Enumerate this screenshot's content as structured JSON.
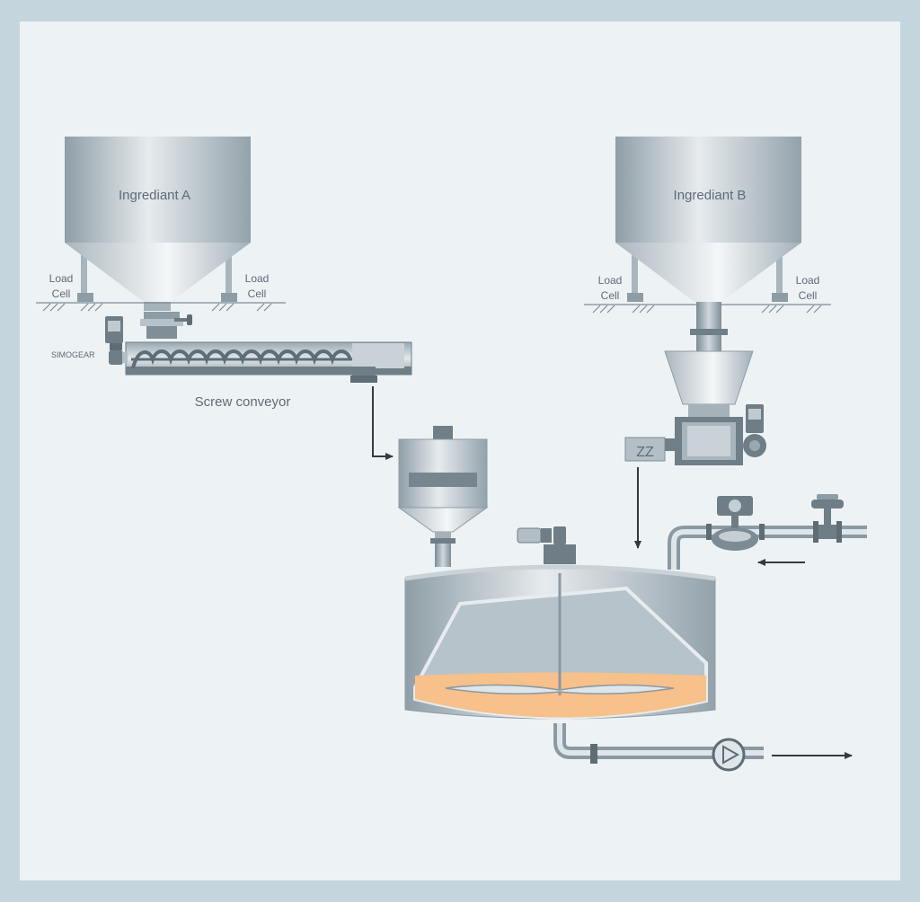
{
  "silo_a": {
    "label": "Ingrediant A",
    "load_cell_left": [
      "Load",
      "Cell"
    ],
    "load_cell_right": [
      "Load",
      "Cell"
    ]
  },
  "silo_b": {
    "label": "Ingrediant B",
    "load_cell_left": [
      "Load",
      "Cell"
    ],
    "load_cell_right": [
      "Load",
      "Cell"
    ]
  },
  "motor_label": "SIMOGEAR",
  "conveyor_label": "Screw conveyor",
  "feeder_b_marking": "ZZ",
  "colors": {
    "background_frame": "#c5d5de",
    "panel": "#edf2f5",
    "steel_dark": "#8b9aa3",
    "steel_light": "#dde4e8",
    "product_fill": "#f8c08a",
    "text": "#5d6c75",
    "arrow": "#333b40"
  }
}
